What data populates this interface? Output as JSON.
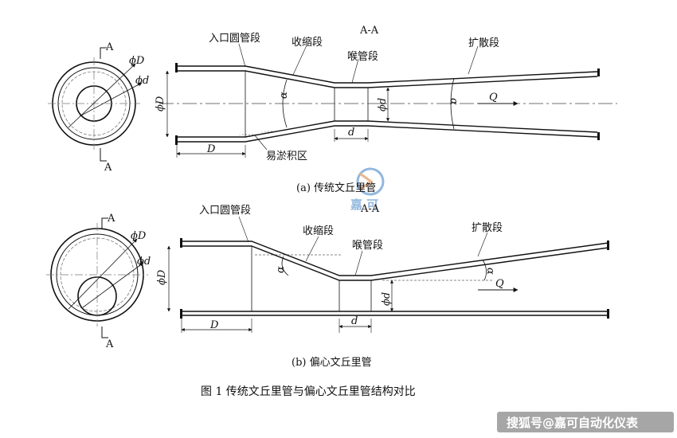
{
  "diagram_a": {
    "section_label": "A-A",
    "inlet_label": "入口圆管段",
    "converging_label": "收缩段",
    "throat_label": "喉管段",
    "diverging_label": "扩散段",
    "deposit_label": "易淤积区",
    "sym_D": "D",
    "sym_phiD": "ϕD",
    "sym_phid": "ϕd",
    "sym_d": "d",
    "sym_alpha": "α",
    "sym_beta": "α",
    "sym_Q": "Q",
    "cut_A": "A",
    "caption": "(a)  传统文丘里管"
  },
  "diagram_b": {
    "section_label": "A-A",
    "inlet_label": "入口圆管段",
    "converging_label": "收缩段",
    "throat_label": "喉管段",
    "diverging_label": "扩散段",
    "sym_D": "D",
    "sym_phiD": "ϕD",
    "sym_phid": "ϕd",
    "sym_d": "d",
    "sym_alpha": "α",
    "sym_beta": "α",
    "sym_Q": "Q",
    "cut_A": "A",
    "caption": "(b)  偏心文丘里管"
  },
  "figure_caption": "图 1  传统文丘里管与偏心文丘里管结构对比",
  "watermark": "搜狐号@嘉可自动化仪表",
  "logo_text": "嘉 可"
}
